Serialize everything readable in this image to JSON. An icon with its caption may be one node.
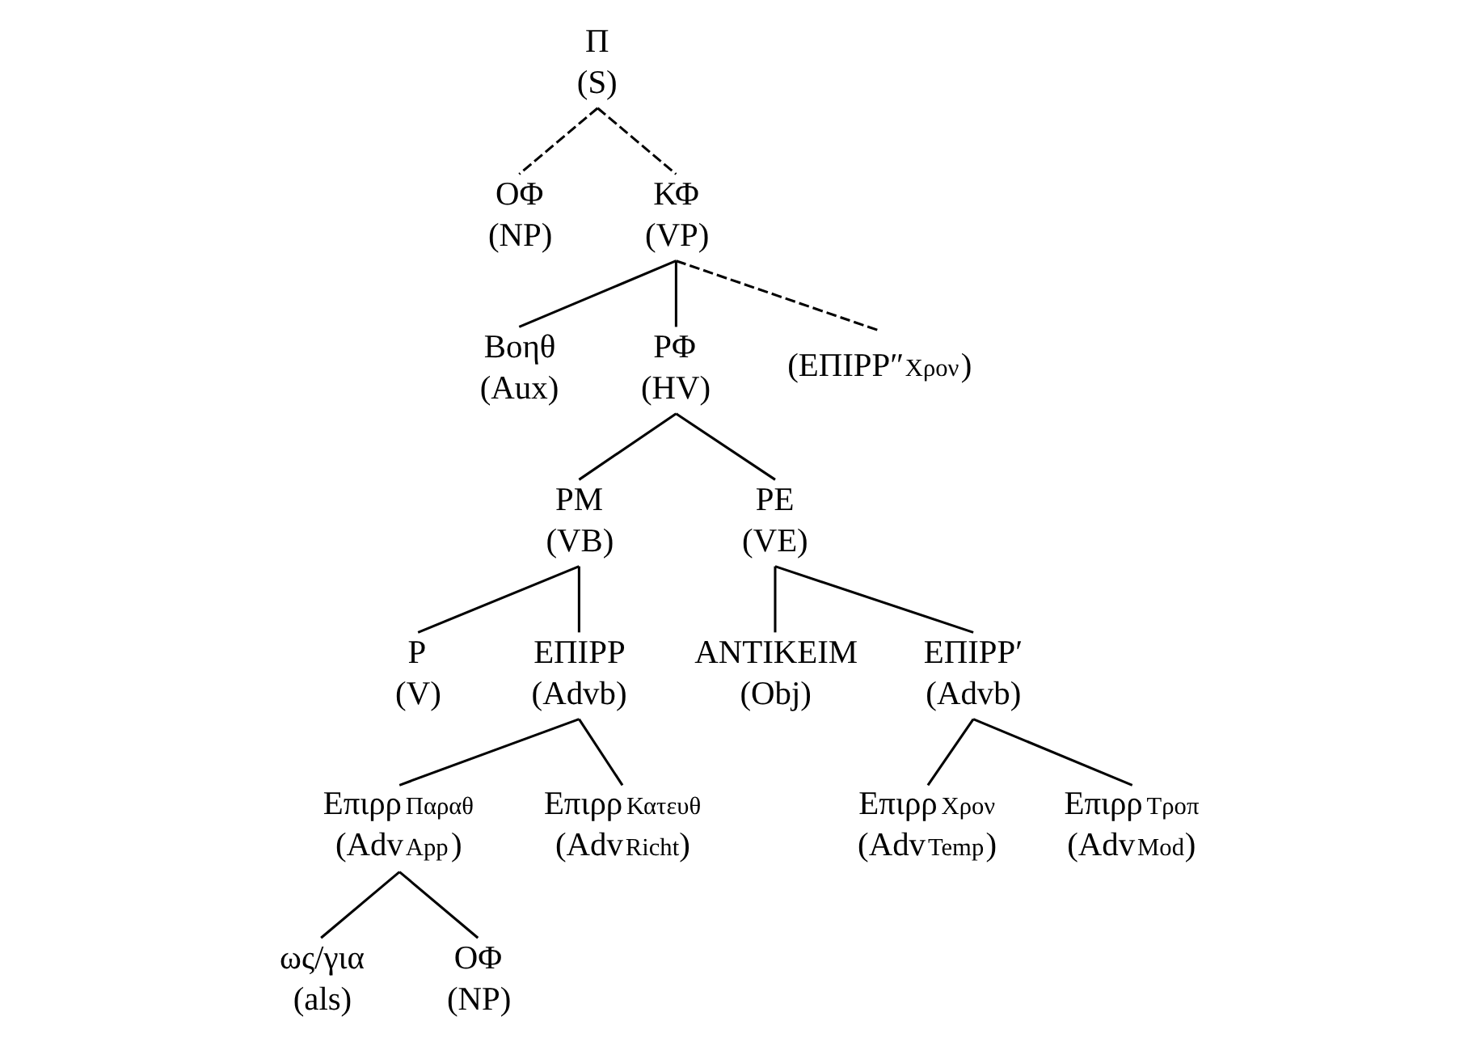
{
  "diagram": {
    "nodes": [
      {
        "text": [
          "Π",
          "(S)"
        ]
      },
      {
        "text": [
          "ΟΦ",
          "(NP)"
        ]
      },
      {
        "text": [
          "ΚΦ",
          "(VP)"
        ]
      },
      {
        "text": [
          "Βοηθ",
          "(Aux)"
        ]
      },
      {
        "text": [
          "ΡΦ",
          "(HV)"
        ]
      },
      {
        "text": [
          "(ΕΠΙΡΡ″$_{Χρον}$)"
        ]
      },
      {
        "text": [
          "ΡΜ",
          "(VB)"
        ]
      },
      {
        "text": [
          "ΡΕ",
          "(VE)"
        ]
      },
      {
        "text": [
          "Ρ",
          "(V)"
        ]
      },
      {
        "text": [
          "ΕΠΙΡΡ",
          "(Advb)"
        ]
      },
      {
        "text": [
          "ΑΝΤΙΚΕΙΜ",
          "(Obj)"
        ]
      },
      {
        "text": [
          "ΕΠΙΡΡ′",
          "(Advb)"
        ]
      },
      {
        "text": [
          "Επιρρ$_{Παραθ}$",
          "(Adv$_{App}$)"
        ]
      },
      {
        "text": [
          "Επιρρ$_{Κατευθ}$",
          "(Adv$_{Richt}$)"
        ]
      },
      {
        "text": [
          "Επιρρ$_{Χρον}$",
          "(Adv$_{Temp}$)"
        ]
      },
      {
        "text": [
          "Επιρρ$_{Τροπ}$",
          "(Adv$_{Mod}$)"
        ]
      },
      {
        "text": [
          "ως/για",
          "(als)"
        ]
      },
      {
        "text": [
          "ΟΦ",
          "(NP)"
        ]
      }
    ],
    "edges": [
      {
        "from": 0,
        "to": 1,
        "arrow": "none",
        "style": "dashed"
      },
      {
        "from": 0,
        "to": 2,
        "arrow": "none",
        "style": "dashed"
      },
      {
        "from": 2,
        "to": 3,
        "arrow": "none"
      },
      {
        "from": 2,
        "to": 4,
        "arrow": "none"
      },
      {
        "from": 2,
        "to": 5,
        "arrow": "none",
        "style": "dashed"
      },
      {
        "from": 4,
        "to": 6,
        "arrow": "none"
      },
      {
        "from": 4,
        "to": 7,
        "arrow": "none"
      },
      {
        "from": 6,
        "to": 8,
        "arrow": "none"
      },
      {
        "from": 6,
        "to": 9,
        "arrow": "none"
      },
      {
        "from": 7,
        "to": 10,
        "arrow": "none"
      },
      {
        "from": 7,
        "to": 11,
        "arrow": "none"
      },
      {
        "from": 9,
        "to": 12,
        "arrow": "none"
      },
      {
        "from": 9,
        "to": 13,
        "arrow": "none"
      },
      {
        "from": 11,
        "to": 14,
        "arrow": "none"
      },
      {
        "from": 11,
        "to": 15,
        "arrow": "none"
      },
      {
        "from": 12,
        "to": 16,
        "arrow": "none"
      },
      {
        "from": 12,
        "to": 17,
        "arrow": "none"
      }
    ]
  }
}
